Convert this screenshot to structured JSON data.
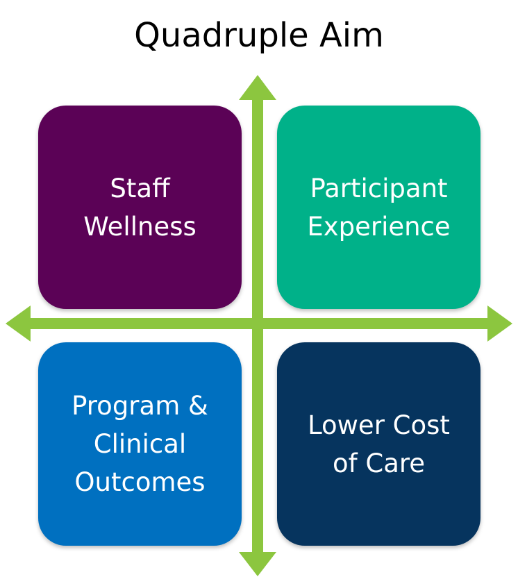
{
  "title": "Quadruple Aim",
  "quadrants": [
    {
      "label": "Staff\nWellness",
      "color": "#5b0256"
    },
    {
      "label": "Participant\nExperience",
      "color": "#00b189"
    },
    {
      "label": "Program &\nClinical\nOutcomes",
      "color": "#0070c0"
    },
    {
      "label": "Lower Cost\nof Care",
      "color": "#06345e"
    }
  ],
  "arrow_color": "#8cc63f"
}
